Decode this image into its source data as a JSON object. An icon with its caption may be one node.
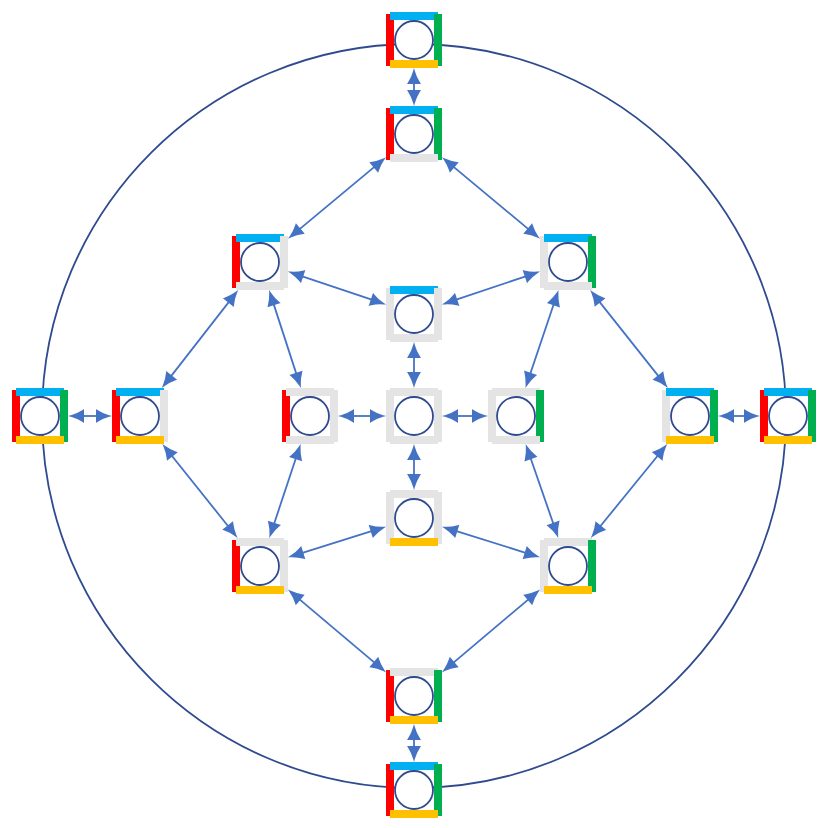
{
  "diagram": {
    "nodes": [
      {
        "text": [],
        "shape": "circle"
      },
      {
        "text": [],
        "shape": "circle"
      },
      {
        "text": [],
        "shape": "circle"
      },
      {
        "text": [],
        "shape": "circle"
      },
      {
        "text": [],
        "shape": "circle"
      },
      {
        "text": [],
        "shape": "circle"
      },
      {
        "text": [],
        "shape": "circle"
      },
      {
        "text": [],
        "shape": "circle"
      },
      {
        "text": [],
        "shape": "circle"
      },
      {
        "text": [],
        "shape": "circle"
      },
      {
        "text": [],
        "shape": "circle"
      },
      {
        "text": [],
        "shape": "circle"
      },
      {
        "text": [],
        "shape": "circle"
      },
      {
        "text": [],
        "shape": "circle"
      },
      {
        "text": [],
        "shape": "circle"
      },
      {
        "text": [],
        "shape": "circle"
      },
      {
        "text": [],
        "shape": "circle"
      }
    ],
    "edges": [
      {
        "from": 0,
        "to": 1,
        "arrow": "both"
      },
      {
        "from": 1,
        "to": 2,
        "arrow": "both"
      },
      {
        "from": 1,
        "to": 3,
        "arrow": "both"
      },
      {
        "from": 2,
        "to": 4,
        "arrow": "both"
      },
      {
        "from": 3,
        "to": 4,
        "arrow": "both"
      },
      {
        "from": 5,
        "to": 6,
        "arrow": "both"
      },
      {
        "from": 6,
        "to": 2,
        "arrow": "both"
      },
      {
        "from": 6,
        "to": 13,
        "arrow": "both"
      },
      {
        "from": 2,
        "to": 7,
        "arrow": "both"
      },
      {
        "from": 3,
        "to": 9,
        "arrow": "both"
      },
      {
        "from": 10,
        "to": 3,
        "arrow": "both"
      },
      {
        "from": 10,
        "to": 14,
        "arrow": "both"
      },
      {
        "from": 11,
        "to": 10,
        "arrow": "both"
      },
      {
        "from": 4,
        "to": 8,
        "arrow": "both"
      },
      {
        "from": 7,
        "to": 8,
        "arrow": "both"
      },
      {
        "from": 9,
        "to": 8,
        "arrow": "both"
      },
      {
        "from": 12,
        "to": 8,
        "arrow": "both"
      },
      {
        "from": 13,
        "to": 7,
        "arrow": "both"
      },
      {
        "from": 14,
        "to": 9,
        "arrow": "both"
      },
      {
        "from": 13,
        "to": 12,
        "arrow": "both"
      },
      {
        "from": 14,
        "to": 12,
        "arrow": "both"
      },
      {
        "from": 15,
        "to": 13,
        "arrow": "both"
      },
      {
        "from": 15,
        "to": 14,
        "arrow": "both"
      },
      {
        "from": 16,
        "to": 15,
        "arrow": "both"
      }
    ]
  }
}
